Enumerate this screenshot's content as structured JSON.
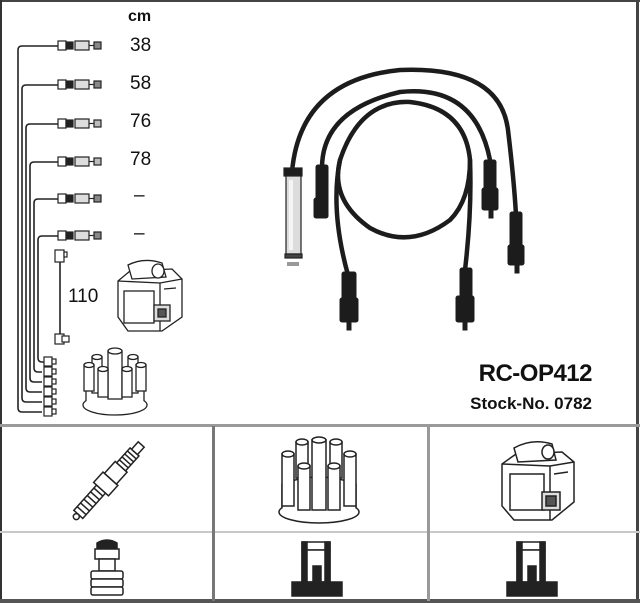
{
  "header": {
    "unit_label": "cm"
  },
  "cable_lengths": [
    {
      "label": "38"
    },
    {
      "label": "58"
    },
    {
      "label": "76"
    },
    {
      "label": "78"
    },
    {
      "label": "–"
    },
    {
      "label": "–"
    }
  ],
  "coil_cable_length": "110",
  "product": {
    "model": "RC-OP412",
    "stock_number": "Stock-No. 0782"
  },
  "component_icons": {
    "top_row": [
      "spark-plug-icon",
      "distributor-cap-icon",
      "ignition-coil-icon"
    ],
    "bottom_row": [
      "spark-plug-terminal-icon",
      "distributor-terminal-icon",
      "coil-terminal-icon"
    ]
  },
  "colors": {
    "line": "#222222",
    "grid": "#9a9a9a",
    "metal": "#d8d8d8"
  }
}
